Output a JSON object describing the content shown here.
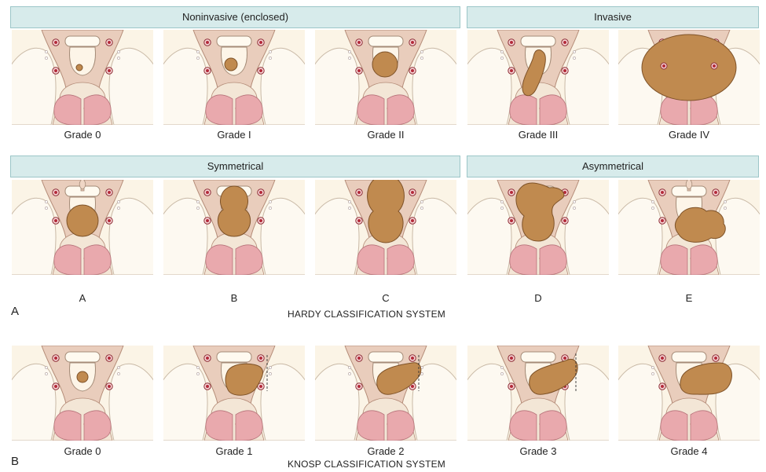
{
  "hardy": {
    "row1_headers": [
      "Noninvasive (enclosed)",
      "Invasive"
    ],
    "row1_labels": [
      "Grade 0",
      "Grade I",
      "Grade II",
      "Grade III",
      "Grade IV"
    ],
    "row2_headers": [
      "Symmetrical",
      "Asymmetrical"
    ],
    "row2_labels": [
      "A",
      "B",
      "C",
      "D",
      "E"
    ],
    "part_letter": "A",
    "caption": "HARDY CLASSIFICATION SYSTEM"
  },
  "knosp": {
    "labels": [
      "Grade 0",
      "Grade 1",
      "Grade 2",
      "Grade 3",
      "Grade 4"
    ],
    "part_letter": "B",
    "caption": "KNOSP CLASSIFICATION SYSTEM"
  },
  "colors": {
    "header_fill": "#d7ebeb",
    "panel_bg": "#fbf4e6",
    "tissue": "#e9cdbc",
    "lobes": "#e9a9ad",
    "tumor": "#c08a4f",
    "vessel": "#b32a3a"
  }
}
